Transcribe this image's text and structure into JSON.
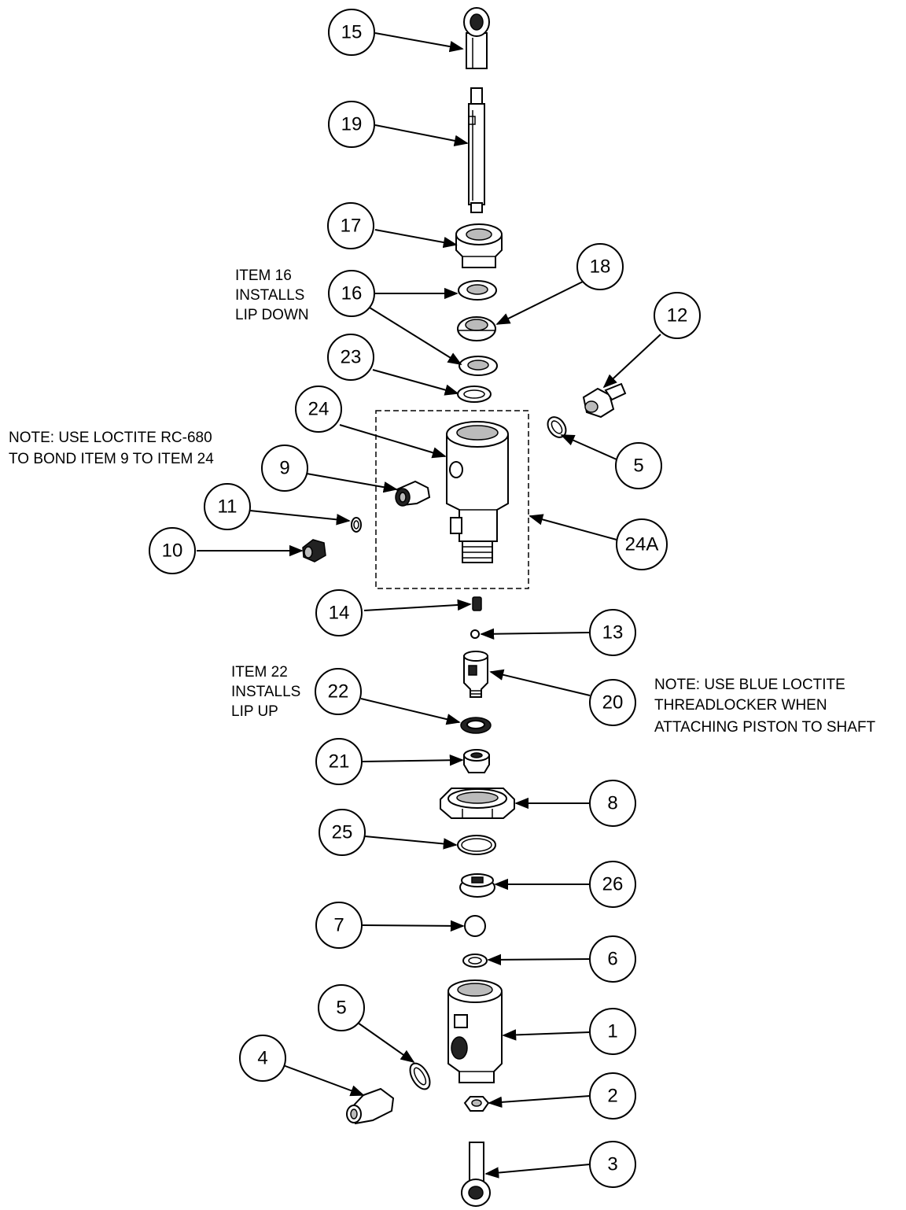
{
  "balloons": [
    {
      "id": "b15",
      "label": "15"
    },
    {
      "id": "b19",
      "label": "19"
    },
    {
      "id": "b17",
      "label": "17"
    },
    {
      "id": "b18",
      "label": "18"
    },
    {
      "id": "b16",
      "label": "16"
    },
    {
      "id": "b12",
      "label": "12"
    },
    {
      "id": "b23",
      "label": "23"
    },
    {
      "id": "b24",
      "label": "24"
    },
    {
      "id": "b5a",
      "label": "5"
    },
    {
      "id": "b9",
      "label": "9"
    },
    {
      "id": "b11",
      "label": "11"
    },
    {
      "id": "b10",
      "label": "10"
    },
    {
      "id": "b24A",
      "label": "24A"
    },
    {
      "id": "b14",
      "label": "14"
    },
    {
      "id": "b13",
      "label": "13"
    },
    {
      "id": "b20",
      "label": "20"
    },
    {
      "id": "b22",
      "label": "22"
    },
    {
      "id": "b21",
      "label": "21"
    },
    {
      "id": "b8",
      "label": "8"
    },
    {
      "id": "b25",
      "label": "25"
    },
    {
      "id": "b26",
      "label": "26"
    },
    {
      "id": "b7",
      "label": "7"
    },
    {
      "id": "b6",
      "label": "6"
    },
    {
      "id": "b5b",
      "label": "5"
    },
    {
      "id": "b1",
      "label": "1"
    },
    {
      "id": "b4",
      "label": "4"
    },
    {
      "id": "b2",
      "label": "2"
    },
    {
      "id": "b3",
      "label": "3"
    }
  ],
  "notes": {
    "item16": [
      "ITEM 16",
      "INSTALLS",
      "LIP DOWN"
    ],
    "loctite_rc680": [
      "NOTE: USE LOCTITE RC-680",
      "TO BOND ITEM 9 TO ITEM 24"
    ],
    "item22": [
      "ITEM 22",
      "INSTALLS",
      "LIP UP"
    ],
    "blue_loctite": [
      "NOTE: USE BLUE LOCTITE",
      "THREADLOCKER WHEN",
      "ATTACHING PISTON TO SHAFT"
    ]
  }
}
